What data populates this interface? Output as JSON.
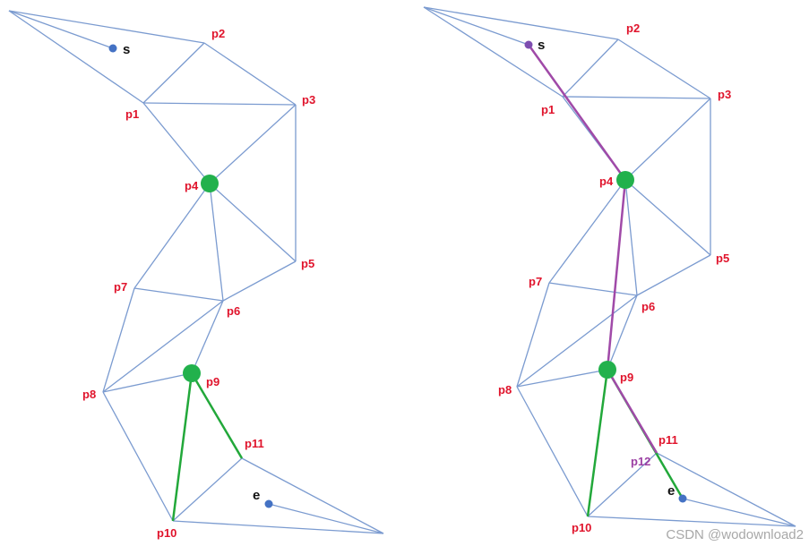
{
  "labels": {
    "s": "s",
    "e": "e",
    "p1": "p1",
    "p2": "p2",
    "p3": "p3",
    "p4": "p4",
    "p5": "p5",
    "p6": "p6",
    "p7": "p7",
    "p8": "p8",
    "p9": "p9",
    "p10": "p10",
    "p11": "p11",
    "p12": "p12"
  },
  "watermark": "CSDN @wodownload2",
  "colors": {
    "mesh": "#7b9bd0",
    "node_green": "#22b14c",
    "path_green": "#22a83a",
    "path_purple": "#a04aa8",
    "point_blue": "#4472c4",
    "label_red": "#e0142c"
  }
}
